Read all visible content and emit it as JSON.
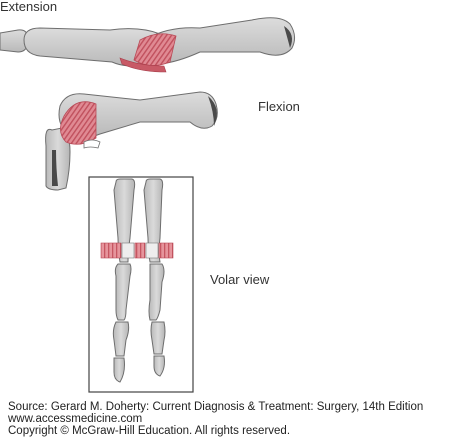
{
  "labels": {
    "extension": "Extension",
    "flexion": "Flexion",
    "volar_view": "Volar view"
  },
  "credits": {
    "source": "Source: Gerard M. Doherty: Current Diagnosis & Treatment: Surgery, 14th Edition",
    "url": "www.accessmedicine.com",
    "copyright": "Copyright © McGraw-Hill Education. All rights reserved."
  },
  "colors": {
    "bone_fill": "#c9c9c9",
    "bone_stroke": "#6e6e6e",
    "bone_shadow": "#a8a8a8",
    "ligament": "#d9737e",
    "ligament_dark": "#b84a57",
    "frame": "#444444"
  }
}
